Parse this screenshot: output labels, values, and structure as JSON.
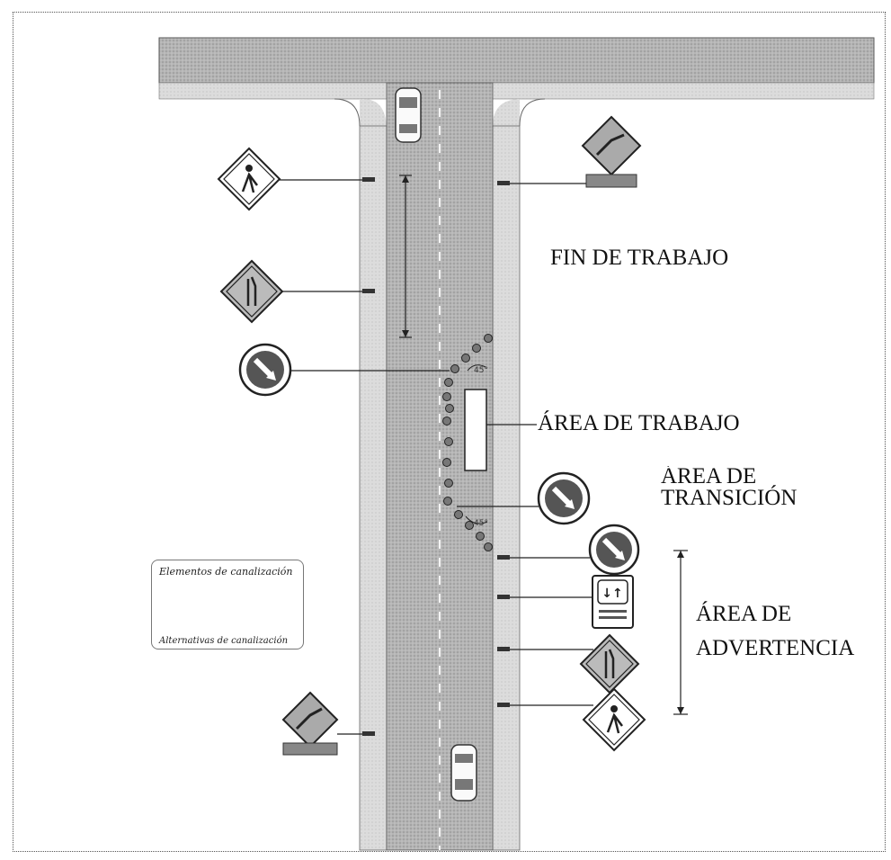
{
  "labels": {
    "fin_trabajo": "FIN DE TRABAJO",
    "area_trabajo": "ÁREA DE TRABAJO",
    "area_transicion": "ÁREA DE TRANSICIÓN",
    "area_advertencia": "ÁREA DE ADVERTENCIA"
  },
  "legend": {
    "title": "Elementos de canalización",
    "footer": "Alternativas de canalización"
  },
  "angles": {
    "top": "45°",
    "bottom": "45°"
  },
  "colors": {
    "road_gray": "#b9b9b9",
    "shoulder": "#d8d8d8",
    "sign_bg": "#ffffff",
    "line": "#222222"
  }
}
